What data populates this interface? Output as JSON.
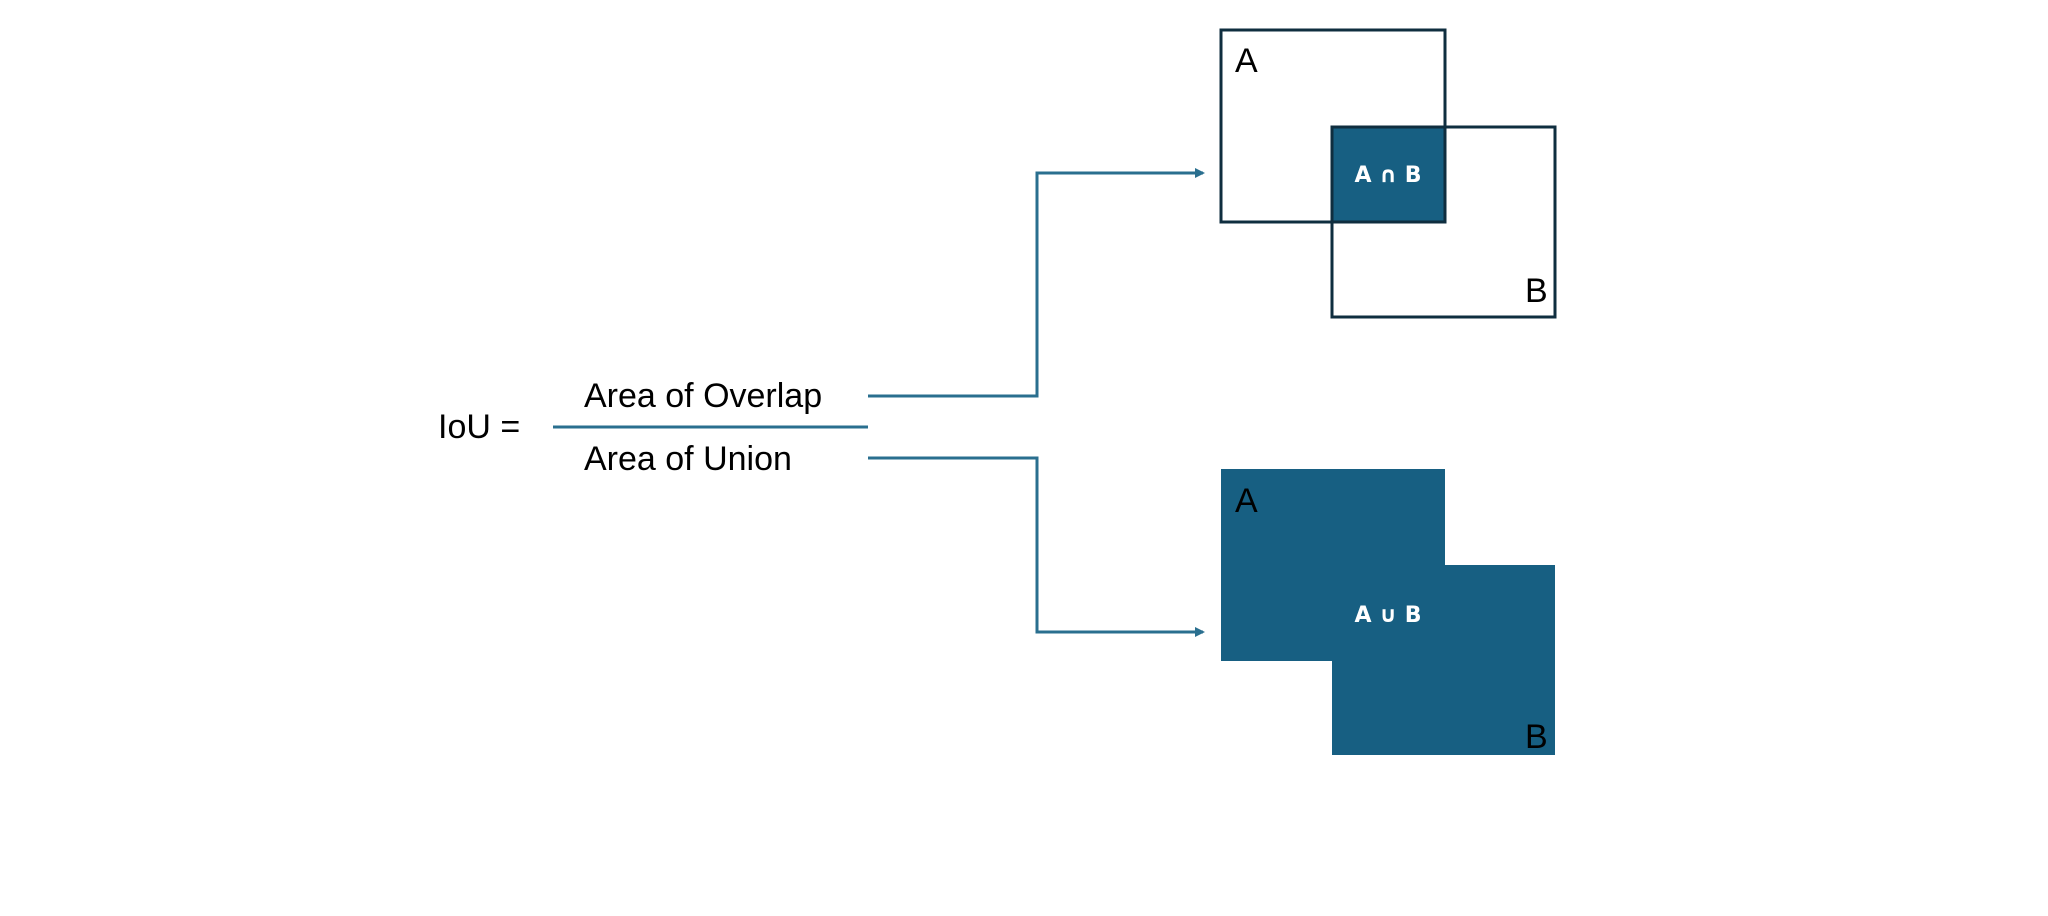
{
  "formula": {
    "lhs": "IoU =",
    "numerator": "Area of Overlap",
    "denominator": "Area of Union"
  },
  "overlap_diagram": {
    "box_a_label": "A",
    "box_b_label": "B",
    "intersection_label": "A ∩ B"
  },
  "union_diagram": {
    "box_a_label": "A",
    "box_b_label": "B",
    "union_label": "A ∪ B"
  },
  "colors": {
    "fill": "#175f82",
    "outline": "#0f2e3f",
    "arrow": "#2a6f8f",
    "text": "#000000",
    "set_text": "#ffffff"
  }
}
